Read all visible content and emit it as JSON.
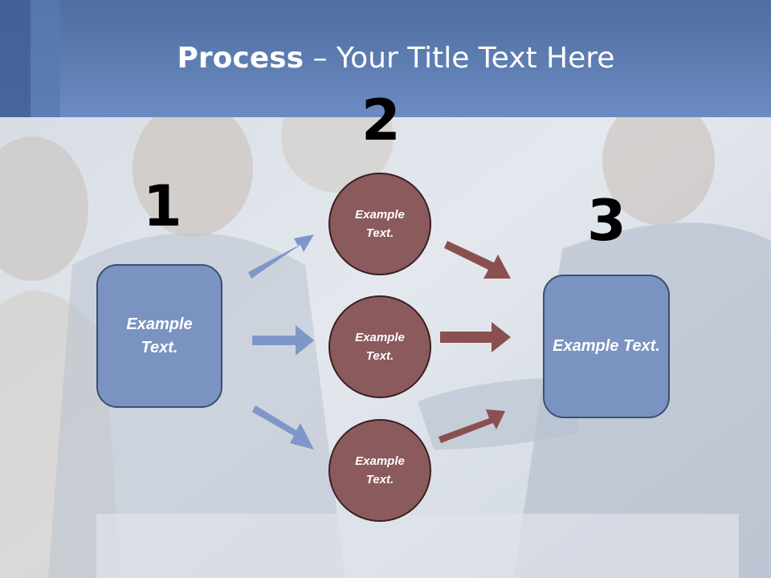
{
  "title": {
    "bold": "Process",
    "rest": " – Your Title Text Here"
  },
  "steps": {
    "one": "1",
    "two": "2",
    "three": "3"
  },
  "left_box": {
    "text": "Example Text."
  },
  "right_box": {
    "text": "Example Text."
  },
  "circles": [
    {
      "text": "Example Text."
    },
    {
      "text": "Example Text."
    },
    {
      "text": "Example Text."
    }
  ],
  "colors": {
    "header": "#6b8bc2",
    "box_fill": "#7b93c1",
    "circle_fill": "#8a5a5c",
    "blue_arrow": "#7f97c8",
    "red_arrow": "#8a5050"
  }
}
